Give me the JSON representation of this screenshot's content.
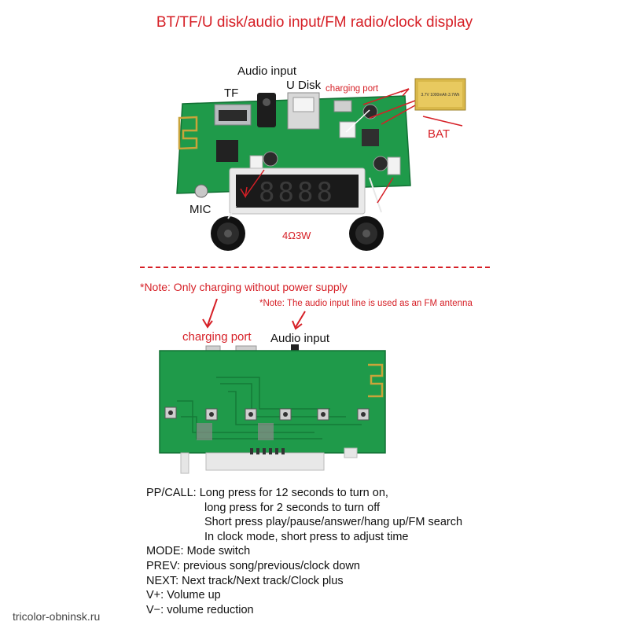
{
  "title": "BT/TF/U disk/audio input/FM radio/clock display",
  "top_board": {
    "labels": {
      "audio_input": "Audio input",
      "tf": "TF",
      "u_disk": "U Disk",
      "charging_port": "charging port",
      "bat": "BAT",
      "mic": "MIC",
      "speaker_spec": "4Ω3W"
    },
    "display_digits": "8888",
    "battery_text": "3.7V 1000mAh 3.7Wh"
  },
  "bottom_board": {
    "notes": {
      "charging_note": "*Note: Only charging without power supply",
      "antenna_note": "*Note: The audio input line is used as an FM antenna"
    },
    "labels": {
      "charging_port": "charging port",
      "audio_input": "Audio input"
    }
  },
  "button_descriptions": [
    {
      "key": "PP/CALL:",
      "text": "Long press for 12 seconds to turn on,"
    },
    {
      "key": "",
      "text": "long press for 2 seconds to turn off"
    },
    {
      "key": "",
      "text": "Short press play/pause/answer/hang up/FM search"
    },
    {
      "key": "",
      "text": "In clock mode, short press to adjust time"
    },
    {
      "key": "MODE:",
      "text": "Mode switch"
    },
    {
      "key": "PREV:",
      "text": "previous song/previous/clock down"
    },
    {
      "key": "NEXT:",
      "text": "Next track/Next track/Clock plus"
    },
    {
      "key": "V+:",
      "text": "Volume up"
    },
    {
      "key": "V−:",
      "text": "volume reduction"
    }
  ],
  "footer": "tricolor-obninsk.ru",
  "colors": {
    "accent": "#d61f26",
    "pcb": "#1f9a4a",
    "pcb_dark": "#157a37"
  }
}
